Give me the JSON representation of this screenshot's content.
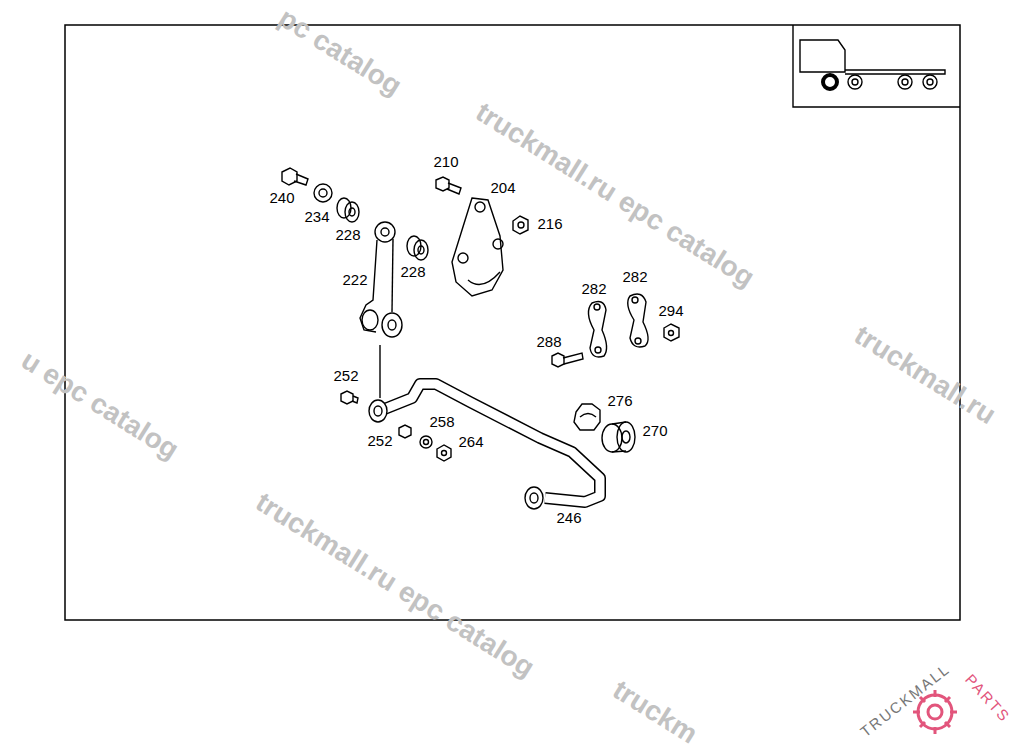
{
  "diagram": {
    "labels": [
      "210",
      "204",
      "216",
      "240",
      "234",
      "228",
      "228",
      "222",
      "282",
      "282",
      "294",
      "288",
      "252",
      "252",
      "258",
      "264",
      "276",
      "270",
      "246",
      "pc catalog",
      "truckmall.ru epc catalog",
      "truckmall.ru",
      "u epc catalog",
      "truckmall.ru epc catalog",
      "truckm",
      "TRUCKMALL",
      "PARTS"
    ]
  }
}
